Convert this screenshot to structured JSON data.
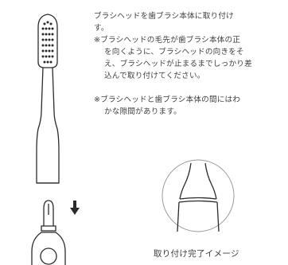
{
  "instructions": {
    "main_line1": "ブラシヘッドを歯ブラシ本体に取り付け",
    "main_line2": "す。",
    "note1_line1": "※ブラシヘッドの毛先が歯ブラシ本体の正",
    "note1_line2": "を向くように、ブラシヘッドの向きをそ",
    "note1_line3": "え、ブラシヘッドが止まるまでしっかり差",
    "note1_line4": "込んで取り付けてください。",
    "note2_line1": "※ブラシヘッドと歯ブラシ本体の間にはわ",
    "note2_line2": "かな隙間があります。"
  },
  "caption": "取り付け完了イメージ",
  "icons": {
    "brush_head": "brush-head-illustration",
    "arrow": "arrow-down-icon",
    "handle": "toothbrush-handle-illustration",
    "detail": "attached-detail-illustration"
  },
  "colors": {
    "line": "#2b2b2b",
    "text": "#3f3f3f"
  }
}
